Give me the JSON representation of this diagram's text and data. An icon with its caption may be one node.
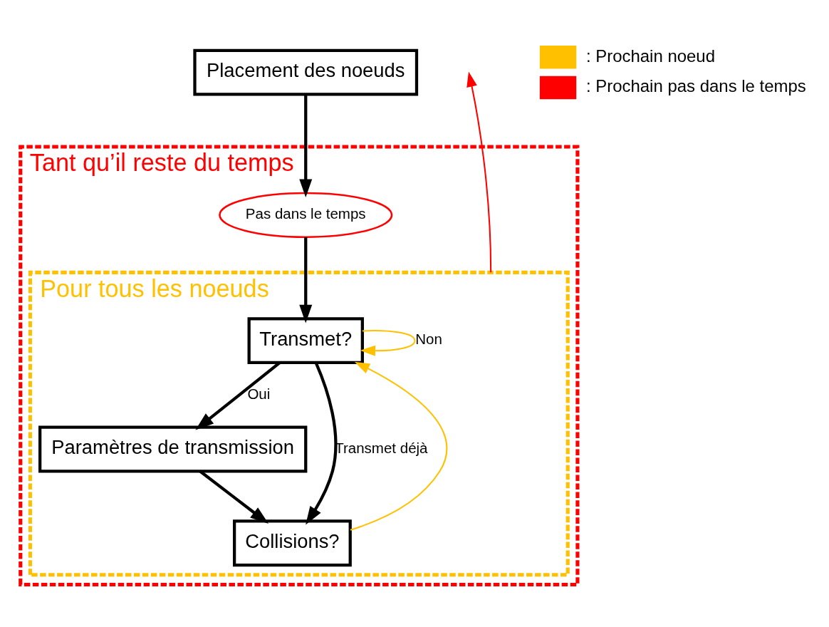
{
  "diagram": {
    "nodes": [
      {
        "text": [
          "Placement des noeuds"
        ]
      },
      {
        "text": [
          "Tant qu’il reste du temps"
        ]
      },
      {
        "text": [
          "Pas dans le temps"
        ],
        "in": 1
      },
      {
        "text": [
          "Pour tous les noeuds"
        ],
        "in": 1
      },
      {
        "text": [
          "Transmet?"
        ],
        "in": 3
      },
      {
        "text": [
          "Paramètres de transmission"
        ],
        "in": 3
      },
      {
        "text": [
          "Collisions?"
        ],
        "in": 3
      }
    ],
    "edges": [
      {
        "from": 0,
        "to": 2,
        "arrow": "to"
      },
      {
        "from": 2,
        "to": 4,
        "arrow": "to"
      },
      {
        "from": 4,
        "to": 4,
        "arrow": "to",
        "label": "Non",
        "color": "#ffc000"
      },
      {
        "from": 4,
        "to": 5,
        "arrow": "to",
        "label": "Oui"
      },
      {
        "from": 4,
        "to": 6,
        "arrow": "to",
        "label": "Transmet déjà"
      },
      {
        "from": 5,
        "to": 6,
        "arrow": "to"
      },
      {
        "from": 6,
        "to": 4,
        "arrow": "to",
        "color": "#ffc000"
      },
      {
        "from": 3,
        "to": null,
        "arrow": "to",
        "color": "#ff0000"
      }
    ],
    "legend": [
      {
        "text": ": Prochain noeud",
        "color": "#ffc000"
      },
      {
        "text": ": Prochain pas dans le temps",
        "color": "#ff0000"
      }
    ]
  }
}
